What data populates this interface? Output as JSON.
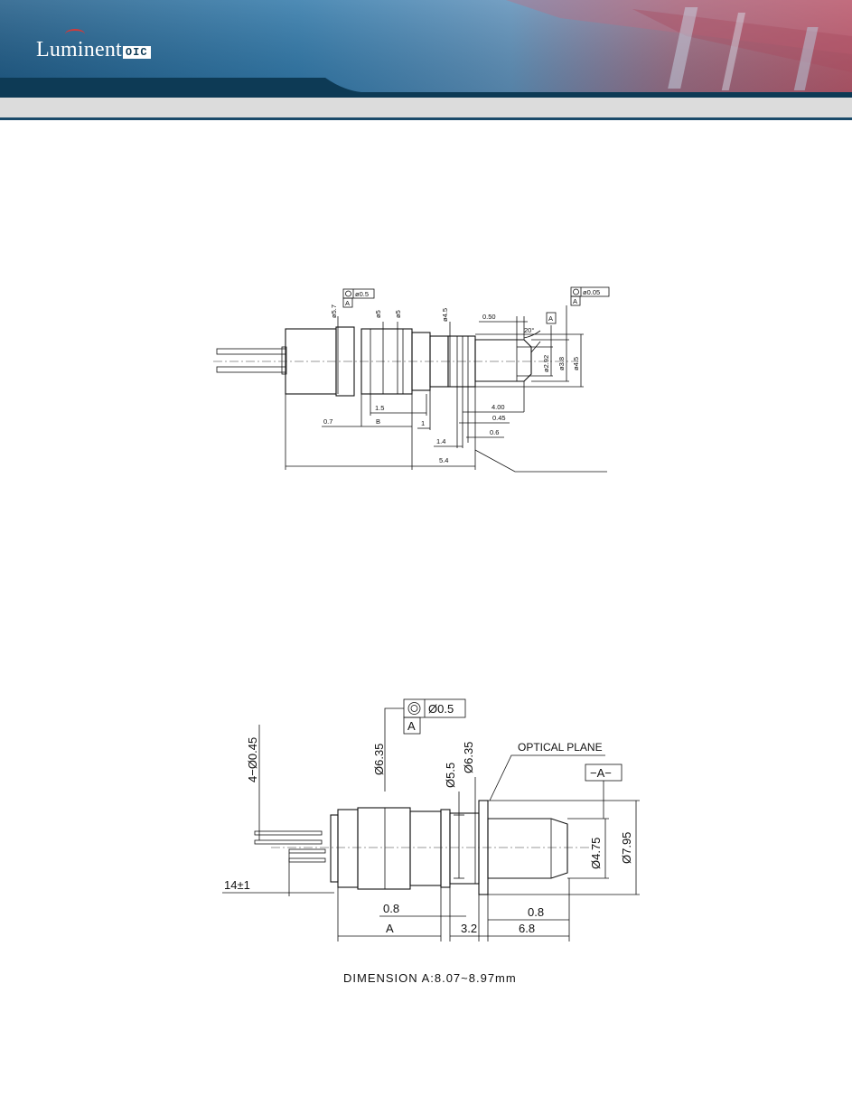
{
  "header": {
    "logo_text": "Luminent",
    "logo_badge": "OIC",
    "colors": {
      "dark_band": "#0d3a55",
      "accent_red": "#b03a4a",
      "light_band": "#dcdcdc"
    }
  },
  "drawing_top": {
    "labels": {
      "d57": "ø5.7",
      "d5a": "ø5",
      "d5b": "ø5",
      "d45_top": "ø4.5",
      "tol_left": "ø0.5",
      "datum_left": "A",
      "tol_right": "ø0.05",
      "datum_right": "A",
      "l050": "0.50",
      "ang20": "20°",
      "d292": "ø2.92",
      "d38": "ø3.8",
      "d45_right": "ø4.5",
      "l15": "1.5",
      "l07": "0.7",
      "lB": "B",
      "l1": "1",
      "l400": "4.00",
      "l045": "0.45",
      "l14": "1.4",
      "l06": "0.6",
      "l54": "5.4"
    }
  },
  "drawing_bottom": {
    "labels": {
      "tol": "Ø0.5",
      "datum": "A",
      "pins": "4−Ø0.45",
      "d635a": "Ø6.35",
      "d55": "Ø5.5",
      "d635b": "Ø6.35",
      "optical_plane": "OPTICAL PLANE",
      "datum_box": "−A−",
      "d475": "Ø4.75",
      "d795": "Ø7.95",
      "lead": "14±1",
      "l08a": "0.8",
      "l08b": "0.8",
      "lA": "A",
      "l32": "3.2",
      "l68": "6.8"
    },
    "caption": "DIMENSION A:8.07~8.97mm"
  }
}
